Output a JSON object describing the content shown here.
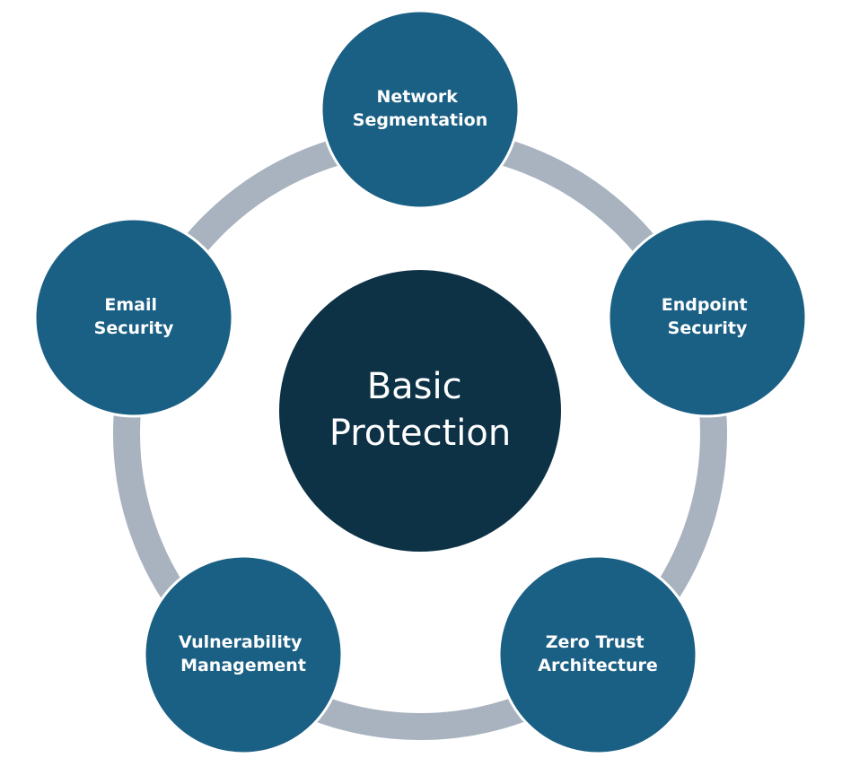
{
  "diagram": {
    "center": {
      "line1": "Basic",
      "line2": "Protection"
    },
    "nodes": [
      {
        "line1": "Network",
        "line2": "Segmentation"
      },
      {
        "line1": "Endpoint",
        "line2": "Security"
      },
      {
        "line1": "Zero Trust",
        "line2": "Architecture"
      },
      {
        "line1": "Vulnerability",
        "line2": "Management"
      },
      {
        "line1": "Email",
        "line2": "Security"
      }
    ],
    "colors": {
      "node_fill": "#1a5f84",
      "center_fill": "#0d3246",
      "ring": "#a8b3bf",
      "text": "#ffffff"
    }
  }
}
